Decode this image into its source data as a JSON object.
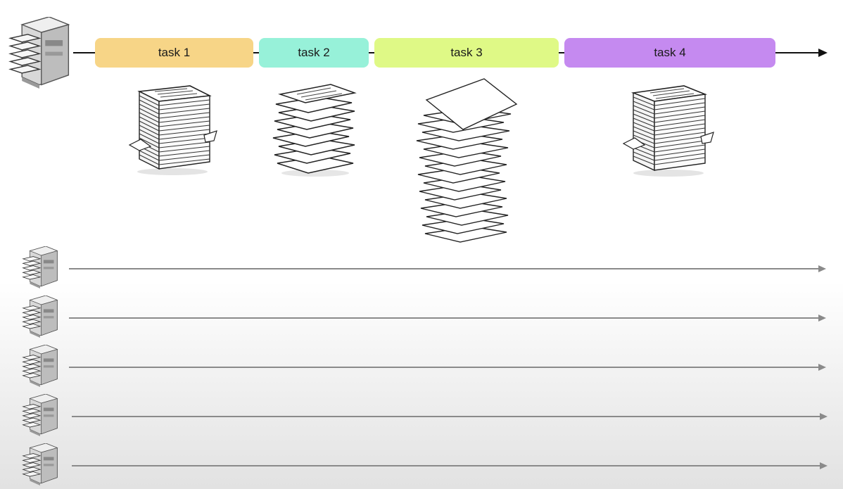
{
  "timeline": {
    "tasks": [
      {
        "label": "task 1",
        "color": "#f7d587"
      },
      {
        "label": "task 2",
        "color": "#97f1d9"
      },
      {
        "label": "task 3",
        "color": "#dff986"
      },
      {
        "label": "task 4",
        "color": "#c58af0"
      }
    ]
  },
  "icons": {
    "main_machine": "copier-machine-icon",
    "paper_stack": "paper-stack-icon",
    "worker_machine": "copier-machine-icon"
  },
  "workers": {
    "count_label": "",
    "rows": [
      "",
      "",
      "",
      "",
      ""
    ]
  }
}
